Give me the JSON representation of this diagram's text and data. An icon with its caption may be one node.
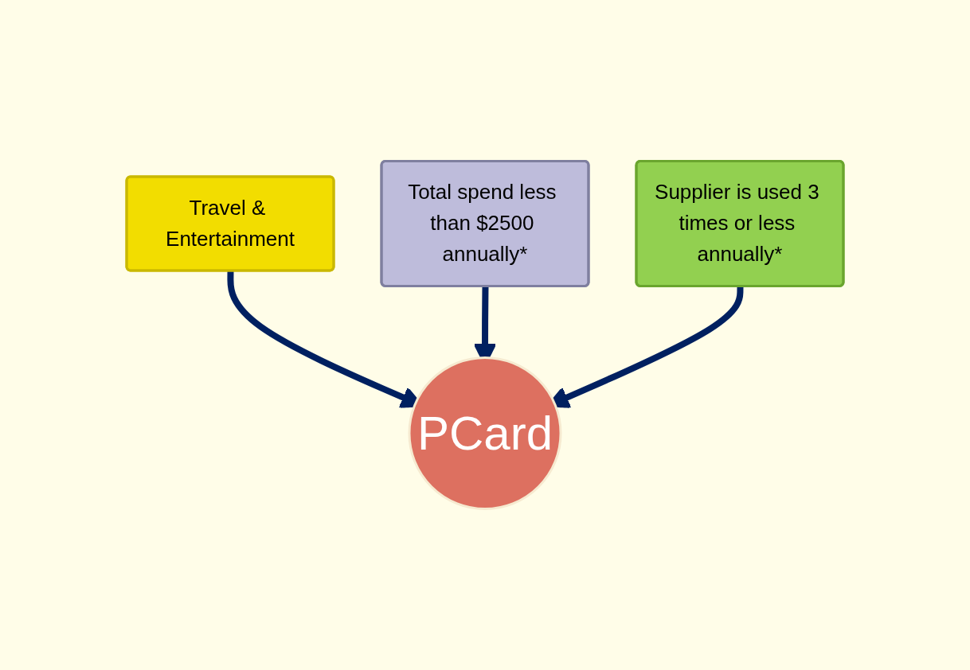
{
  "diagram": {
    "nodes": [
      {
        "text": [
          "Travel & Entertainment"
        ]
      },
      {
        "text": [
          "Total spend less than $2500 annually*"
        ]
      },
      {
        "text": [
          "Supplier is used 3 times or less annually*"
        ]
      },
      {
        "text": [
          "PCard"
        ]
      }
    ],
    "edges": [
      {
        "from": 0,
        "to": 3,
        "arrow": "to"
      },
      {
        "from": 1,
        "to": 3,
        "arrow": "to"
      },
      {
        "from": 2,
        "to": 3,
        "arrow": "to"
      }
    ]
  }
}
